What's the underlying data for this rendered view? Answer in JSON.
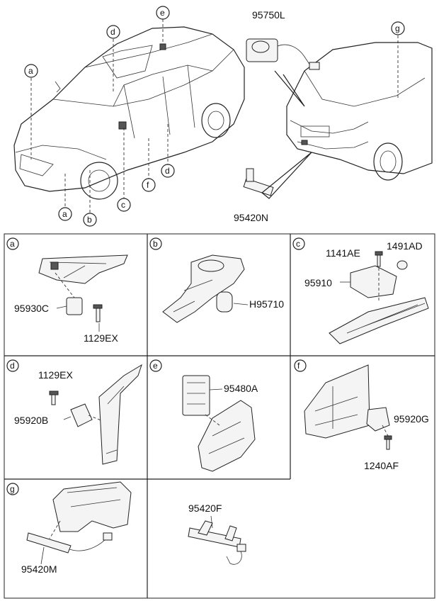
{
  "top": {
    "labels": {
      "module_95750L": "95750L",
      "sensor_95420N": "95420N"
    },
    "callouts": [
      "a",
      "a",
      "b",
      "c",
      "d",
      "d",
      "e",
      "f",
      "g"
    ]
  },
  "panels": [
    {
      "key": "a",
      "parts": [
        "95930C",
        "1129EX"
      ]
    },
    {
      "key": "b",
      "parts": [
        "H95710"
      ]
    },
    {
      "key": "c",
      "parts": [
        "1141AE",
        "1491AD",
        "95910"
      ]
    },
    {
      "key": "d",
      "parts": [
        "1129EX",
        "95920B"
      ]
    },
    {
      "key": "e",
      "parts": [
        "95480A"
      ]
    },
    {
      "key": "f",
      "parts": [
        "95920G",
        "1240AF"
      ]
    },
    {
      "key": "g",
      "parts": [
        "95420M"
      ]
    },
    {
      "key": "",
      "parts": [
        "95420F"
      ]
    }
  ]
}
